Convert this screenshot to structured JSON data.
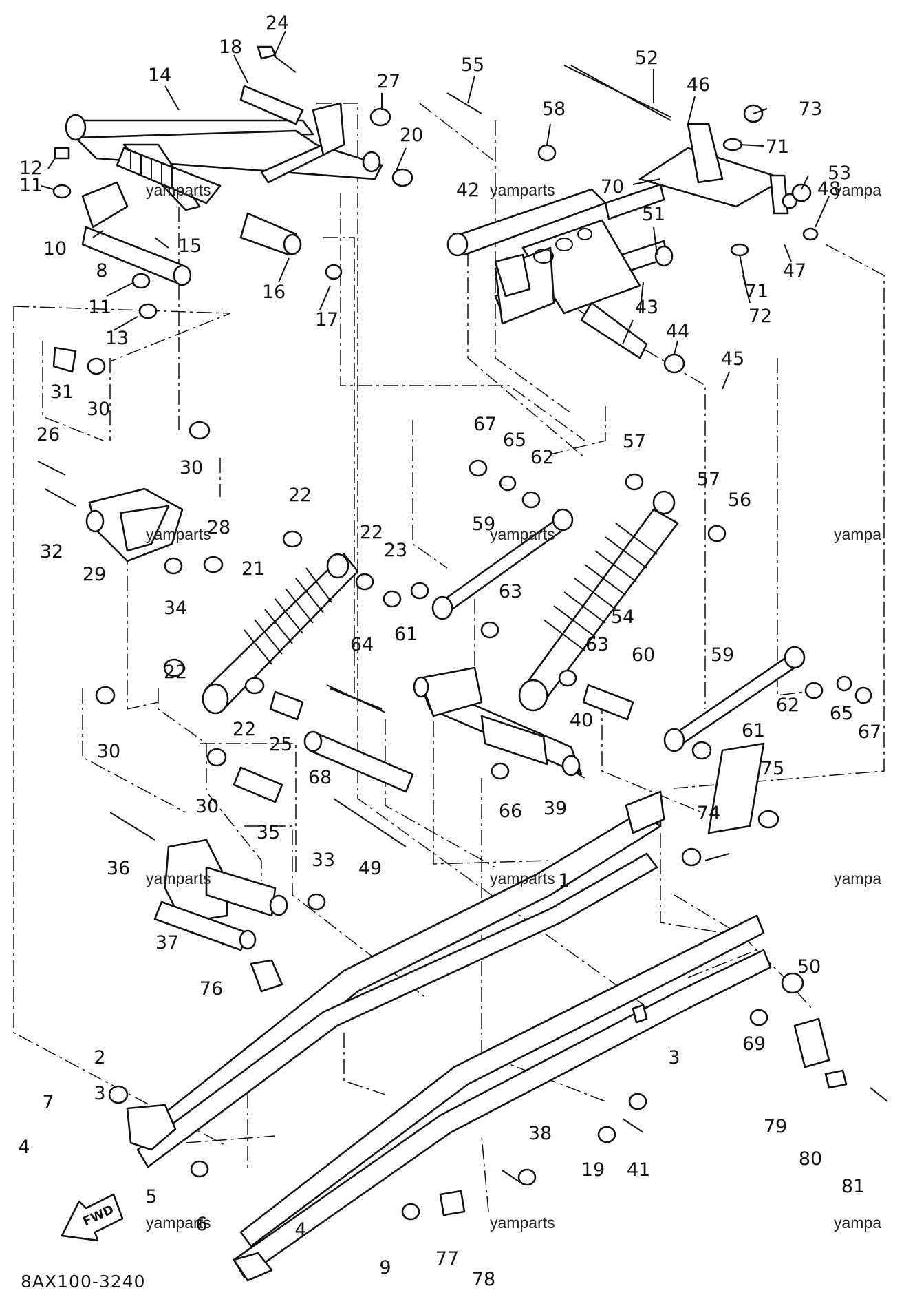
{
  "diagram_code": "8AX100-3240",
  "fwd_label": "FWD",
  "watermark": "yamparts",
  "watermark_cut": "yampa",
  "callouts": {
    "c1": "1",
    "c2": "2",
    "c3a": "3",
    "c3b": "3",
    "c4a": "4",
    "c4b": "4",
    "c5": "5",
    "c6": "6",
    "c7": "7",
    "c8": "8",
    "c9": "9",
    "c10": "10",
    "c11a": "11",
    "c11b": "11",
    "c12": "12",
    "c13": "13",
    "c14": "14",
    "c15": "15",
    "c16": "16",
    "c17": "17",
    "c18": "18",
    "c19": "19",
    "c20": "20",
    "c21": "21",
    "c22a": "22",
    "c22b": "22",
    "c22c": "22",
    "c22d": "22",
    "c23": "23",
    "c24": "24",
    "c25": "25",
    "c26": "26",
    "c27": "27",
    "c28": "28",
    "c29": "29",
    "c30a": "30",
    "c30b": "30",
    "c30c": "30",
    "c30d": "30",
    "c31": "31",
    "c32": "32",
    "c33": "33",
    "c34": "34",
    "c35": "35",
    "c36": "36",
    "c37": "37",
    "c38": "38",
    "c39": "39",
    "c40": "40",
    "c41": "41",
    "c42": "42",
    "c43": "43",
    "c44": "44",
    "c45": "45",
    "c46": "46",
    "c47": "47",
    "c48": "48",
    "c49": "49",
    "c50": "50",
    "c51": "51",
    "c52": "52",
    "c53": "53",
    "c54": "54",
    "c55": "55",
    "c56": "56",
    "c57a": "57",
    "c57b": "57",
    "c58": "58",
    "c59a": "59",
    "c59b": "59",
    "c60": "60",
    "c61a": "61",
    "c61b": "61",
    "c62a": "62",
    "c62b": "62",
    "c63a": "63",
    "c63b": "63",
    "c64": "64",
    "c65a": "65",
    "c65b": "65",
    "c66": "66",
    "c67a": "67",
    "c67b": "67",
    "c68": "68",
    "c69": "69",
    "c70": "70",
    "c71a": "71",
    "c71b": "71",
    "c72": "72",
    "c73": "73",
    "c74": "74",
    "c75": "75",
    "c76": "76",
    "c77": "77",
    "c78": "78",
    "c79": "79",
    "c80": "80",
    "c81": "81"
  }
}
